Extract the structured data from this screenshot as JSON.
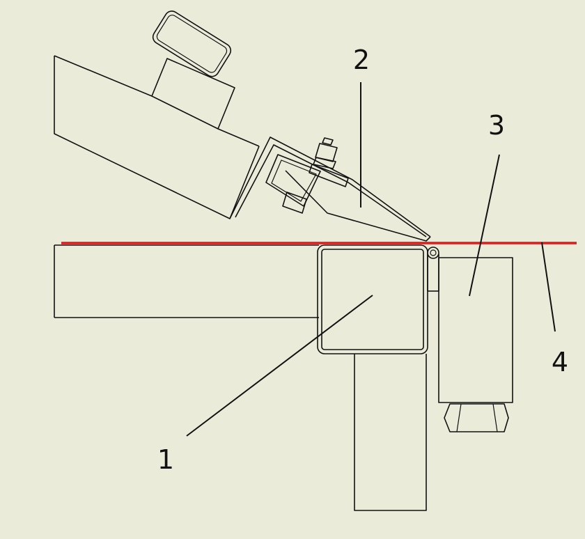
{
  "labels": {
    "part_1": "1",
    "part_2": "2",
    "part_3": "3",
    "part_4": "4"
  },
  "colors": {
    "background": "#ebebda",
    "line": "#111111",
    "red_line": "#e01a1a"
  }
}
